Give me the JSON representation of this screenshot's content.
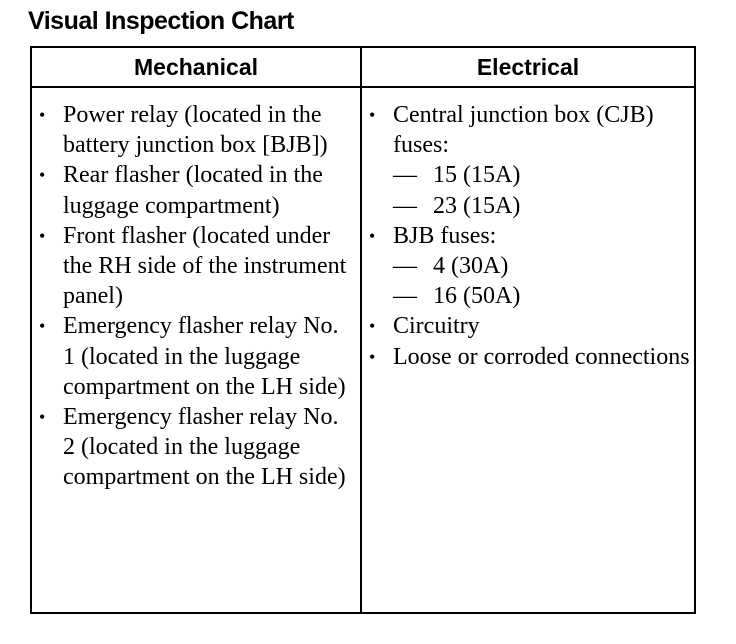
{
  "title": "Visual Inspection Chart",
  "table": {
    "headers": {
      "mechanical": "Mechanical",
      "electrical": "Electrical"
    },
    "mechanical_items": [
      "Power relay (located in the battery junction box [BJB])",
      "Rear flasher (located in the luggage compartment)",
      "Front flasher (located under the RH side of the instrument panel)",
      "Emergency flasher relay No. 1 (located in the luggage compartment on the LH side)",
      "Emergency flasher relay No. 2 (located in the luggage compartment on the LH side)"
    ],
    "electrical_items": [
      {
        "text": "Central junction box (CJB) fuses:",
        "sub": [
          "15 (15A)",
          "23 (15A)"
        ]
      },
      {
        "text": "BJB fuses:",
        "sub": [
          "4 (30A)",
          "16 (50A)"
        ]
      },
      {
        "text": "Circuitry",
        "sub": []
      },
      {
        "text": "Loose or corroded connections",
        "sub": []
      }
    ],
    "bullet_glyph": "•",
    "dash_glyph": "—"
  }
}
